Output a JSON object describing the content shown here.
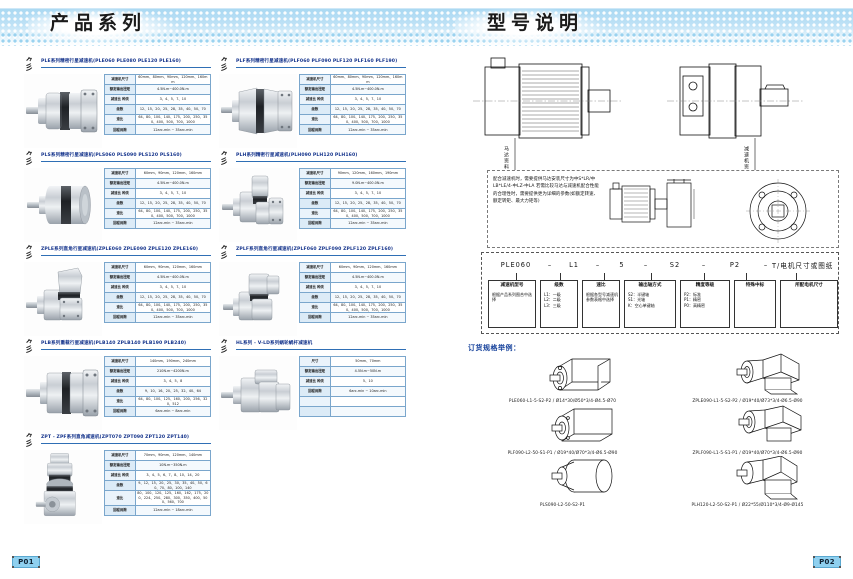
{
  "spread": {
    "left_header": "产品系列",
    "right_header": "型号说明",
    "left_page_number": "P01",
    "right_page_number": "P02"
  },
  "products": [
    {
      "id": "ple",
      "title": "PLE系列精密行星减速机(PLE060 PLE080 PLE120 PLE160)",
      "shape": "square-flange",
      "rows": [
        {
          "k": "减速机尺寸",
          "v": "60mm、80mm、90mm、120mm、160mm"
        },
        {
          "k": "额定输出扭矩",
          "v": "4.5N.m~400.0N.m"
        },
        {
          "k": "减速比 种类",
          "v": "3、4、5、7、10"
        },
        {
          "k": "级数",
          "v": "12、15、20、25、28、35、40、50、70"
        },
        {
          "k": "速比",
          "v": "64、80、100、140、175、200、250、350、400、500、700、1000"
        },
        {
          "k": "回程间隙",
          "v": "12arc-min ~ 35arc-min"
        }
      ]
    },
    {
      "id": "plf",
      "title": "PLF系列精密行星减速机(PLF060 PLF090 PLF120 PLF160 PLF190)",
      "shape": "square-flange",
      "rows": [
        {
          "k": "减速机尺寸",
          "v": "60mm、80mm、90mm、120mm、160mm"
        },
        {
          "k": "额定输出扭矩",
          "v": "4.5N.m~400.0N.m"
        },
        {
          "k": "减速比 种类",
          "v": "3、4、5、7、10"
        },
        {
          "k": "级数",
          "v": "12、15、20、25、28、35、40、50、70"
        },
        {
          "k": "速比",
          "v": "64、80、100、140、175、200、250、350、400、500、700、1000"
        },
        {
          "k": "回程间隙",
          "v": "12arc-min ~ 35arc-min"
        }
      ]
    },
    {
      "id": "pls",
      "title": "PLS系列精密行星减速机(PLS060 PLS090 PLS120 PLS160)",
      "shape": "round-flange",
      "rows": [
        {
          "k": "减速机尺寸",
          "v": "60mm、90mm、120mm、160mm"
        },
        {
          "k": "额定输出扭矩",
          "v": "4.5N.m~400.0N.m"
        },
        {
          "k": "减速比 种类",
          "v": "3、4、5、7、10"
        },
        {
          "k": "级数",
          "v": "12、15、20、25、28、35、40、50、70"
        },
        {
          "k": "速比",
          "v": "64、80、100、140、175、200、250、350、400、500、700、1000"
        },
        {
          "k": "回程间隙",
          "v": "12arc-min ~ 35arc-min"
        }
      ]
    },
    {
      "id": "plh",
      "title": "PLH系列精密行星减速机(PLH090 PLH120 PLH160)",
      "shape": "right-angle",
      "rows": [
        {
          "k": "减速机尺寸",
          "v": "90mm、120mm、160mm、190mm"
        },
        {
          "k": "额定输出扭矩",
          "v": "9.0N.m~400.0N.m"
        },
        {
          "k": "减速比 种类",
          "v": "3、4、5、7、10"
        },
        {
          "k": "级数",
          "v": "12、15、20、25、28、35、40、50、70"
        },
        {
          "k": "速比",
          "v": "64、80、100、140、175、200、250、350、400、500、700、1000"
        },
        {
          "k": "回程间隙",
          "v": "12arc-min ~ 35arc-min"
        }
      ]
    },
    {
      "id": "zple",
      "title": "ZPLE系列直角行星减速机(ZPLE060 ZPLE090 ZPLE120 ZPLE160)",
      "shape": "right-angle-bevel",
      "rows": [
        {
          "k": "减速机尺寸",
          "v": "60mm、90mm、120mm、160mm"
        },
        {
          "k": "额定输出扭矩",
          "v": "4.5N.m~400.0N.m"
        },
        {
          "k": "减速比 种类",
          "v": "3、4、5、7、10"
        },
        {
          "k": "级数",
          "v": "12、15、20、25、28、35、40、50、70"
        },
        {
          "k": "速比",
          "v": "64、80、100、140、175、200、250、350、400、500、700、1000"
        },
        {
          "k": "回程间隙",
          "v": "12arc-min ~ 35arc-min"
        }
      ]
    },
    {
      "id": "zplf",
      "title": "ZPLF系列直角行星减速机(ZPLF060 ZPLF090 ZPLF120 ZPLF160)",
      "shape": "right-angle-bevel2",
      "rows": [
        {
          "k": "减速机尺寸",
          "v": "60mm、90mm、120mm、160mm"
        },
        {
          "k": "额定输出扭矩",
          "v": "4.5N.m~400.0N.m"
        },
        {
          "k": "减速比 种类",
          "v": "3、4、5、7、10"
        },
        {
          "k": "级数",
          "v": "12、15、20、25、28、35、40、50、70"
        },
        {
          "k": "速比",
          "v": "64、80、100、140、175、200、250、350、400、500、700、1000"
        },
        {
          "k": "回程间隙",
          "v": "12arc-min ~ 35arc-min"
        }
      ]
    },
    {
      "id": "plb",
      "title": "PLB系列重载行星减速机(PLB140 ZPLB140 PLB190 PLB240)",
      "shape": "heavy-duty",
      "rows": [
        {
          "k": "减速机尺寸",
          "v": "140mm、190mm、240mm"
        },
        {
          "k": "额定输出扭矩",
          "v": "210N.m~4200N.m"
        },
        {
          "k": "减速比 种类",
          "v": "3、4、5、8"
        },
        {
          "k": "级数",
          "v": "9、10、16、20、25、32、40、64"
        },
        {
          "k": "速比",
          "v": "64、80、100、125、160、200、256、320、512"
        },
        {
          "k": "回程间隙",
          "v": "6arc-min ~ 8arc-min"
        }
      ]
    },
    {
      "id": "hl",
      "title": "HL系列 - V-LD系列蜗轮蜗杆减速机",
      "shape": "worm",
      "rows": [
        {
          "k": "尺寸",
          "v": "50mm、70mm"
        },
        {
          "k": "额定输出扭矩",
          "v": "4.5N.m~50N.m"
        },
        {
          "k": "减速比 种类",
          "v": "5、10"
        },
        {
          "k": "回程间隙",
          "v": "6arc-min ~ 10arc-min"
        },
        {
          "k": "",
          "v": ""
        },
        {
          "k": "",
          "v": ""
        }
      ]
    },
    {
      "id": "zpt",
      "title": "ZPT - ZPF系列直角减速机(ZPT070 ZPT090 ZPT120 ZPT140)",
      "shape": "right-angle-large",
      "rows": [
        {
          "k": "减速机尺寸",
          "v": "70mm、90mm、120mm、140mm"
        },
        {
          "k": "额定输出扭矩",
          "v": "10N.m~350N.m"
        },
        {
          "k": "减速比 种类",
          "v": "3、4、5、6、7、8、10、14、20"
        },
        {
          "k": "级数",
          "v": "9、12、15、20、25、30、35、40、50、60、70、80、100、140"
        },
        {
          "k": "速比",
          "v": "80、100、120、125、160、162、175、200、224、250、280、300、350、400、500、560、700"
        },
        {
          "k": "回程间隙",
          "v": "12arc-min ~ 18arc-min"
        }
      ]
    }
  ],
  "drawing": {
    "motor_label": "马达资料",
    "gearbox_label": "减速机资料",
    "note": "配合减速机时，需要提供马达安装尺寸为中S*LR/中LB*LE/4-中LZ-中LA 若需比较马达与减速机配合性能的合理性时，需要提供更为详细的参数(如额定转速、额定转矩、最大力矩等)"
  },
  "model_code": {
    "segments": [
      "PLE060",
      "L1",
      "5",
      "S2",
      "P2",
      "T/电机尺寸或图纸"
    ],
    "separator": "–",
    "descriptions": [
      {
        "title": "减速机型号",
        "detail": "根据产品系列图合中选择"
      },
      {
        "title": "级数",
        "detail": "L1：一级\nL2：二级\nL3：三级"
      },
      {
        "title": "速比",
        "detail": "根据各型号减速机参数表格中选择"
      },
      {
        "title": "输出轴方式",
        "detail": "S2：半键轴\nS1：光轴\nK：空心单键轴"
      },
      {
        "title": "精度等级",
        "detail": "P2：标准\nP1：精密\nP0：高精密"
      },
      {
        "title": "特殊中标",
        "detail": ""
      },
      {
        "title": "所配电机尺寸",
        "detail": ""
      }
    ]
  },
  "order_examples": {
    "heading": "订货规格举例：",
    "items": [
      {
        "code": "PLE060-L1-5-S2-P2",
        "spec": "/ Ø14*30/Ø50*3/4-Ø4.5-Ø70"
      },
      {
        "code": "ZPLE090-L1-5-S2-P2",
        "spec": "/ Ø19*40/Ø73*3/4-Ø6.5-Ø90"
      },
      {
        "code": "PLF090-L2-50-S1-P1",
        "spec": "/ Ø19*40/Ø70*3/4-Ø6.5-Ø90"
      },
      {
        "code": "ZPLF090-L1-5-S1-P1",
        "spec": "/ Ø19*40/Ø70*3/4-Ø6.5-Ø90"
      },
      {
        "code": "PLS090-L2-50-S2-P1",
        "spec": ""
      },
      {
        "code": "PLH120-L2-50-S2-P1",
        "spec": "/ Ø22*55/Ø110*3/4-Ø9-Ø145"
      }
    ]
  }
}
